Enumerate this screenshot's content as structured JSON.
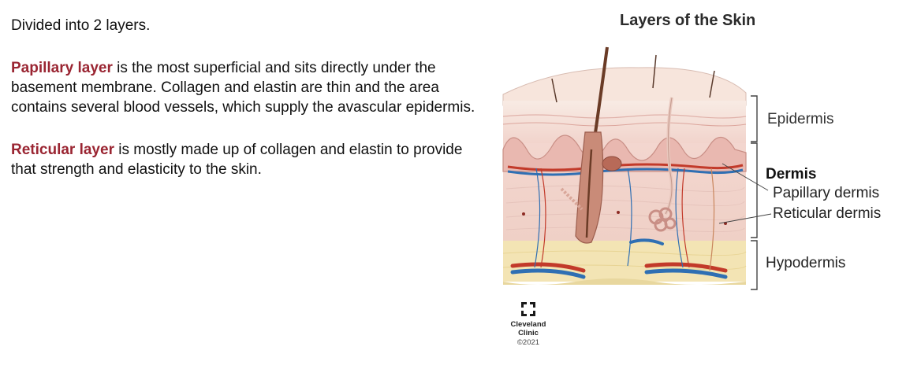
{
  "text": {
    "intro": "Divided into 2 layers.",
    "papillary_term": "Papillary layer",
    "papillary_desc": " is the most superficial and sits directly under the basement membrane. Collagen and elastin are thin and the area contains several blood vessels, which supply the avascular epidermis.",
    "reticular_term": "Reticular layer",
    "reticular_desc": " is mostly made up of collagen and elastin to provide that strength and elasticity to the skin."
  },
  "diagram": {
    "title": "Layers of the Skin",
    "labels": {
      "epidermis": "Epidermis",
      "dermis": "Dermis",
      "papillary_dermis": "Papillary dermis",
      "reticular_dermis": "Reticular dermis",
      "hypodermis": "Hypodermis"
    }
  },
  "logo": {
    "icon": "cleveland-clinic-cross-icon",
    "name_line1": "Cleveland",
    "name_line2": "Clinic",
    "copyright": "©2021"
  },
  "colors": {
    "term": "#9a2532",
    "epidermis_top": "#f6e2dc",
    "dermis": "#f2d3cc",
    "hypodermis": "#f3e4b4",
    "artery": "#c23a2a",
    "vein": "#2f6fb3"
  }
}
